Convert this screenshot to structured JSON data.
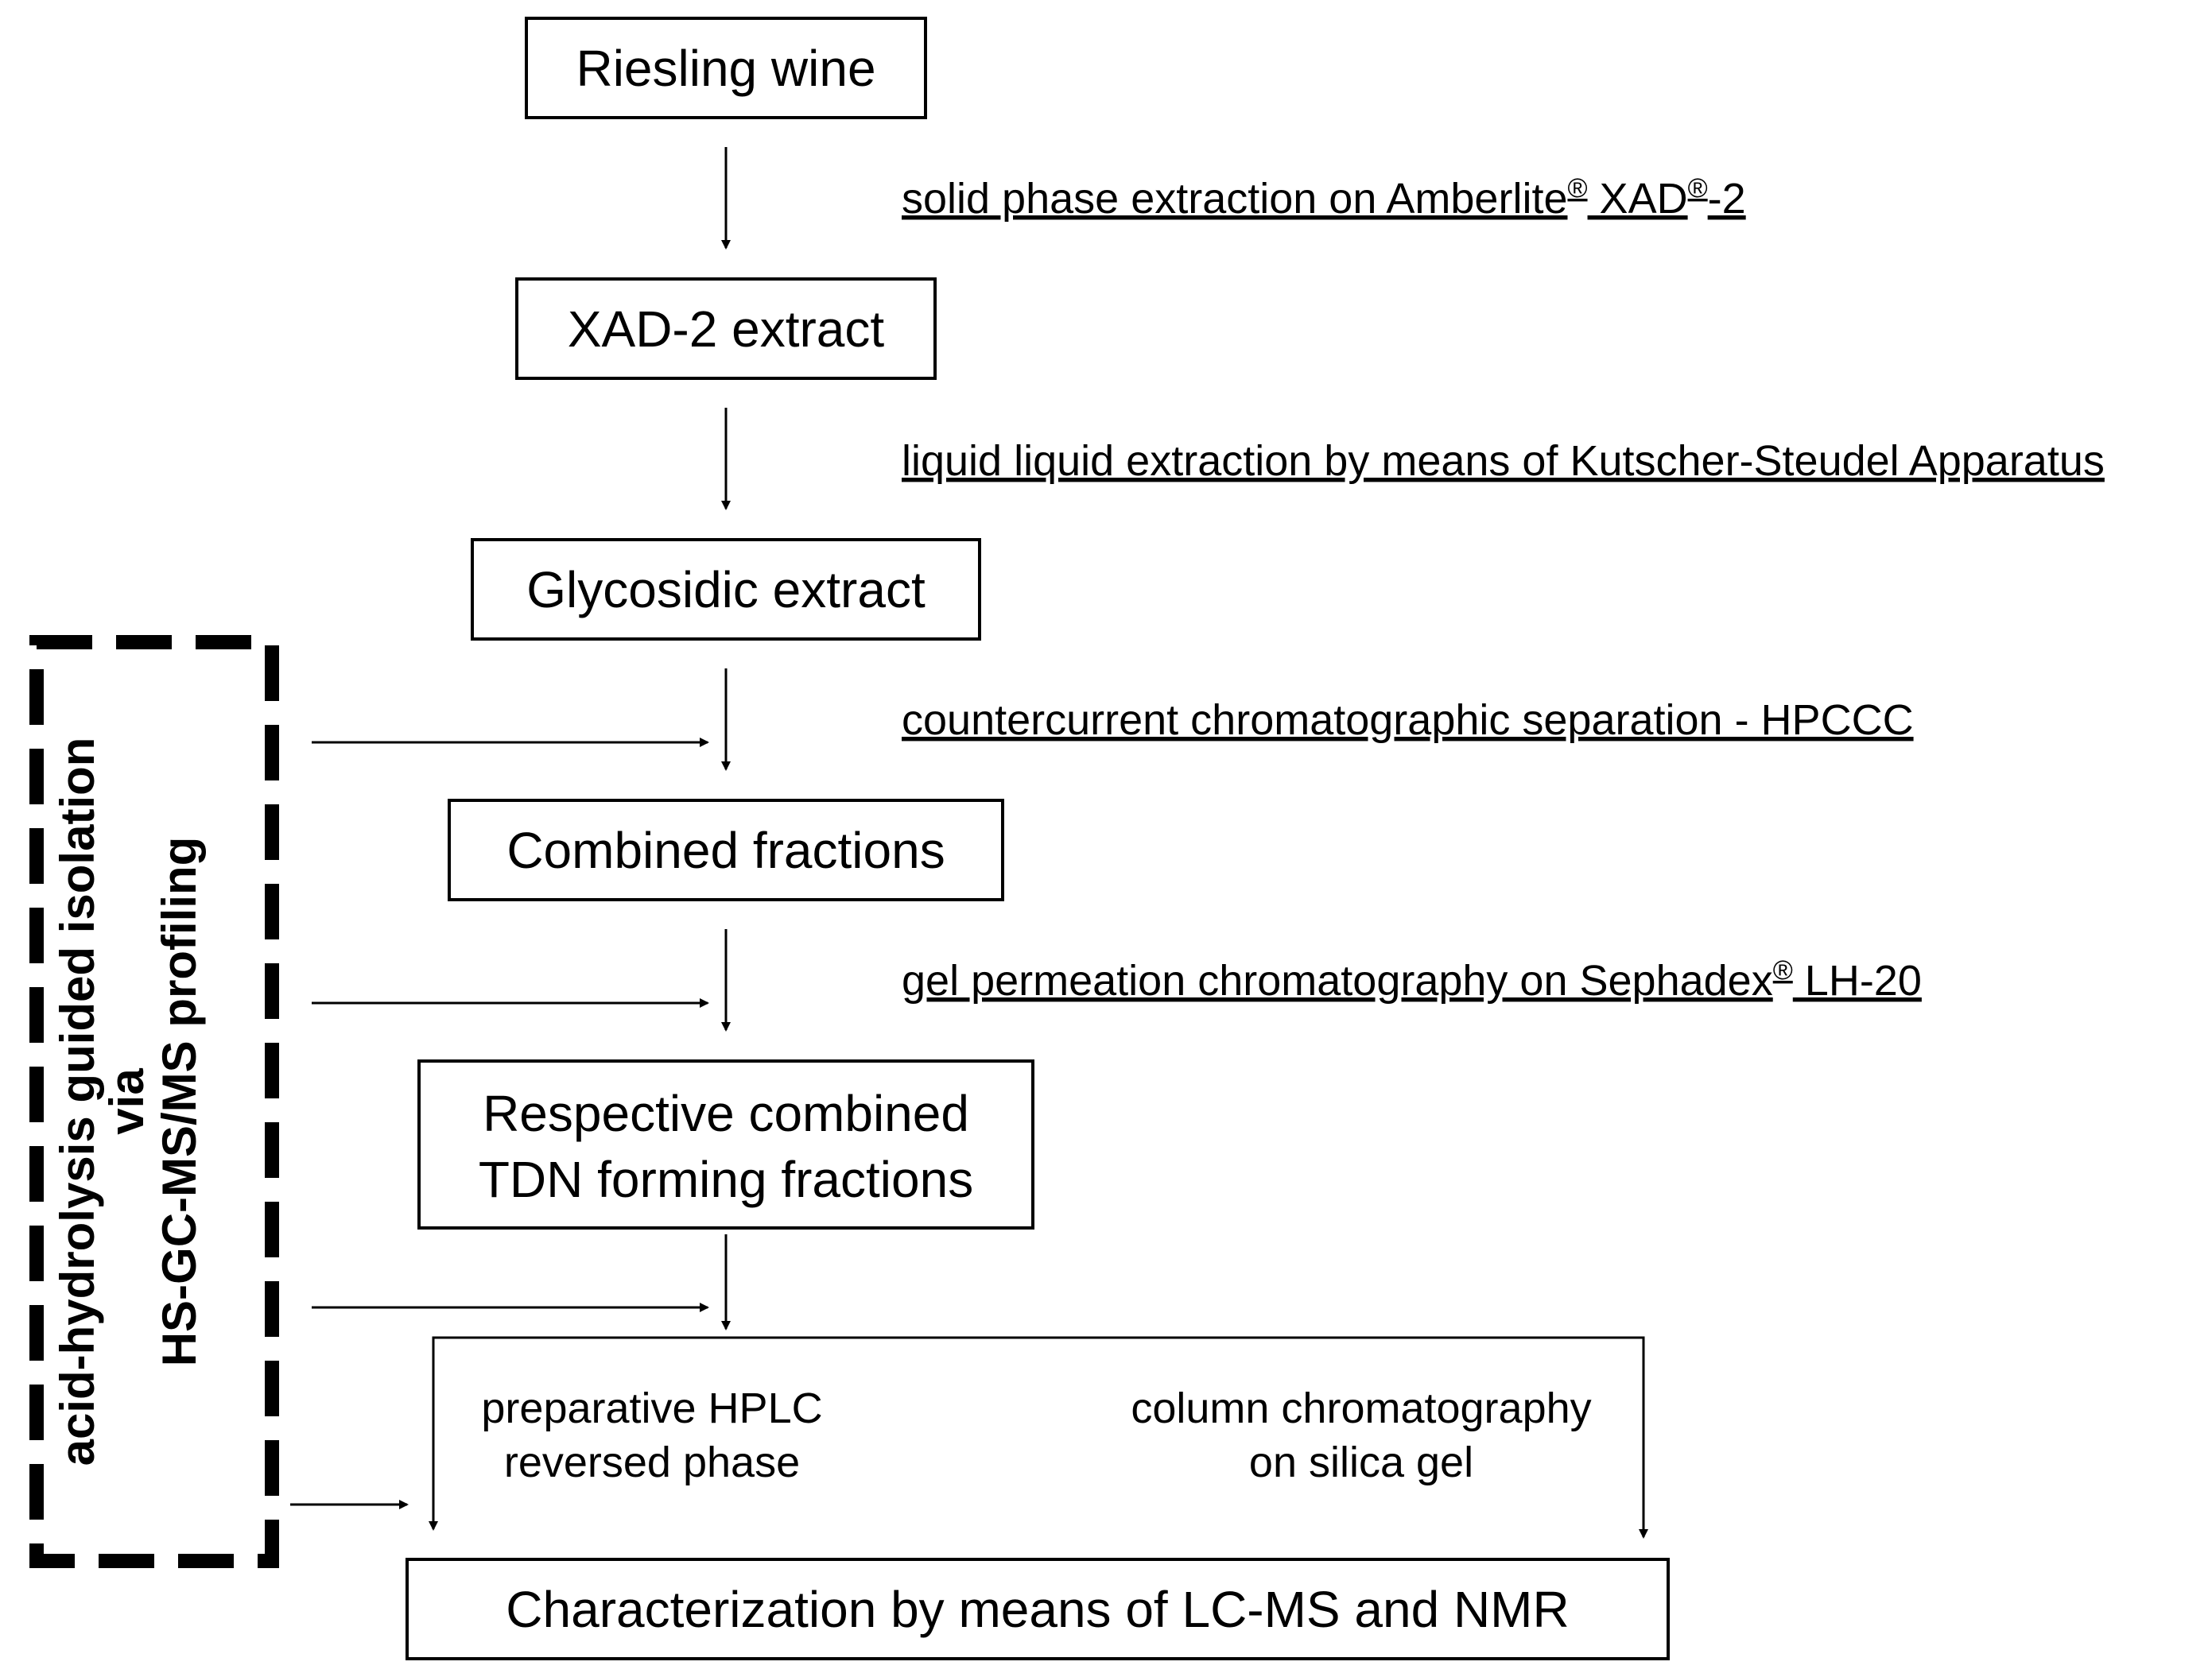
{
  "boxes": {
    "riesling": "Riesling wine",
    "xad_extract": "XAD-2 extract",
    "glycosidic": "Glycosidic extract",
    "combined": "Combined fractions",
    "respective_line1": "Respective combined",
    "respective_line2": "TDN forming fractions",
    "characterization": "Characterization by means of LC-MS and NMR"
  },
  "steps": {
    "spe_pre": "solid phase extraction on Amberlite",
    "spe_sup1": "®",
    "spe_mid": " XAD",
    "spe_sup2": "®",
    "spe_post": "-2",
    "lle": "liquid liquid extraction by means of Kutscher-Steudel Apparatus",
    "hpccc": "countercurrent chromatographic separation - HPCCC",
    "gpc_pre": "gel permeation chromatography on Sephadex",
    "gpc_sup": "®",
    "gpc_post": " LH-20"
  },
  "branches": {
    "left_line1": "preparative HPLC",
    "left_line2": "reversed phase",
    "right_line1": "column chromatography",
    "right_line2": "on silica gel"
  },
  "side": {
    "line1": "acid-hydrolysis guided isolation",
    "line2": "via",
    "line3": "HS-GC-MS/MS profiling"
  }
}
